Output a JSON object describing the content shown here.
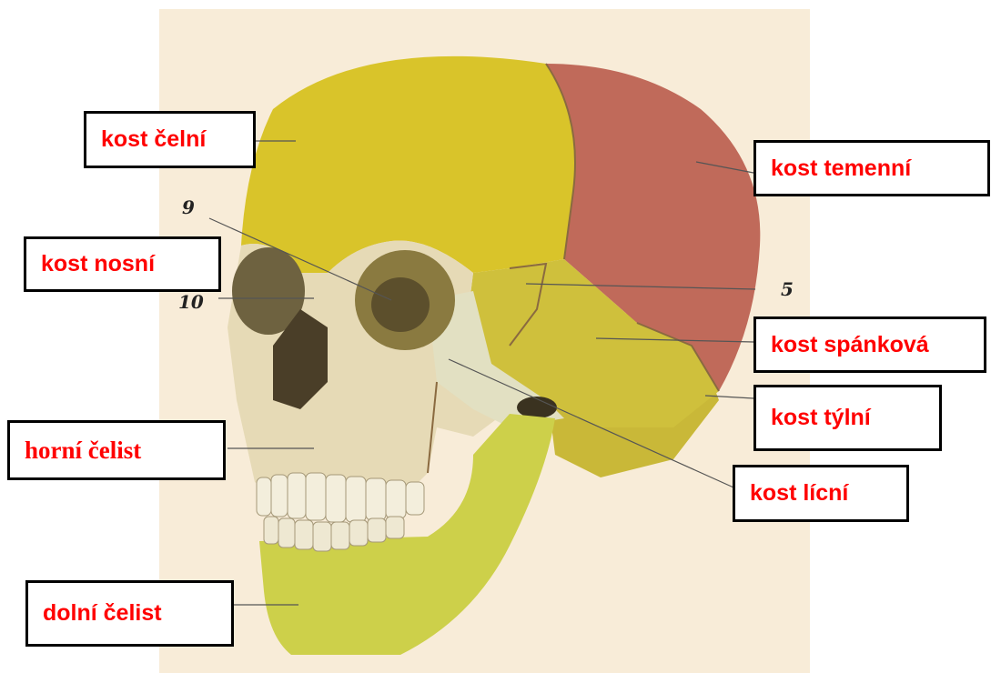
{
  "diagram": {
    "colors": {
      "background": "#ffffff",
      "paper": "#f8ecd8",
      "frontal_bone": "#d9c42a",
      "parietal_bone": "#c06a5a",
      "face_bone": "#e8dcb8",
      "mandible": "#cdd04a",
      "temporal_bone": "#c8b93a",
      "zygomatic": "#e2e0c0",
      "label_text": "#ff0000",
      "label_border": "#000000",
      "leader_line": "#555555"
    },
    "labels": {
      "frontal": "kost čelní",
      "parietal": "kost temenní",
      "nasal": "kost nosní",
      "temporal": "kost spánková",
      "occipital": "kost týlní",
      "maxilla": "horní čelist",
      "zygomatic": "kost lícní",
      "mandible": "dolní čelist"
    },
    "numbers": {
      "n9": "9",
      "n10": "10",
      "n5": "5"
    }
  }
}
